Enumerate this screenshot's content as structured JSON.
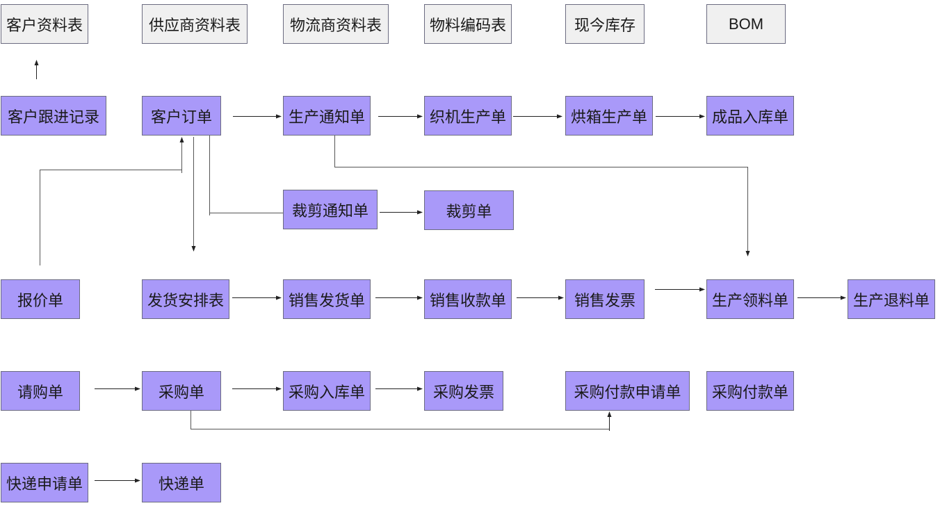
{
  "diagram": {
    "title": "",
    "colors": {
      "master_fill": "#f0f0f0",
      "document_fill": "#a999f9",
      "border": "#6b6b80",
      "line": "#555555"
    },
    "nodes": {
      "customer_master": "客户资料表",
      "supplier_master": "供应商资料表",
      "logistics_master": "物流商资料表",
      "material_code": "物料编码表",
      "current_stock": "现今库存",
      "bom": "BOM",
      "customer_followup": "客户跟进记录",
      "customer_order": "客户订单",
      "production_notice": "生产通知单",
      "loom_production": "织机生产单",
      "oven_production": "烘箱生产单",
      "finished_goods_in": "成品入库单",
      "cutting_notice": "裁剪通知单",
      "cutting_order": "裁剪单",
      "quotation": "报价单",
      "shipping_schedule": "发货安排表",
      "sales_delivery": "销售发货单",
      "sales_receipt": "销售收款单",
      "sales_invoice": "销售发票",
      "production_picking": "生产领料单",
      "production_return": "生产退料单",
      "purchase_requisition": "请购单",
      "purchase_order": "采购单",
      "purchase_receipt": "采购入库单",
      "purchase_invoice": "采购发票",
      "purchase_payment_request": "采购付款申请单",
      "purchase_payment": "采购付款单",
      "express_request": "快递申请单",
      "express_order": "快递单"
    },
    "edges": [
      [
        "customer_followup",
        "customer_master"
      ],
      [
        "customer_order",
        "production_notice"
      ],
      [
        "production_notice",
        "loom_production"
      ],
      [
        "loom_production",
        "oven_production"
      ],
      [
        "oven_production",
        "finished_goods_in"
      ],
      [
        "production_notice",
        "production_picking"
      ],
      [
        "customer_order",
        "cutting_notice"
      ],
      [
        "cutting_notice",
        "cutting_order"
      ],
      [
        "quotation",
        "customer_order"
      ],
      [
        "customer_order",
        "shipping_schedule"
      ],
      [
        "shipping_schedule",
        "sales_delivery"
      ],
      [
        "sales_delivery",
        "sales_receipt"
      ],
      [
        "sales_receipt",
        "sales_invoice"
      ],
      [
        "sales_invoice",
        "production_picking"
      ],
      [
        "production_picking",
        "production_return"
      ],
      [
        "purchase_requisition",
        "purchase_order"
      ],
      [
        "purchase_order",
        "purchase_receipt"
      ],
      [
        "purchase_receipt",
        "purchase_invoice"
      ],
      [
        "purchase_order",
        "purchase_payment_request"
      ],
      [
        "express_request",
        "express_order"
      ]
    ]
  }
}
